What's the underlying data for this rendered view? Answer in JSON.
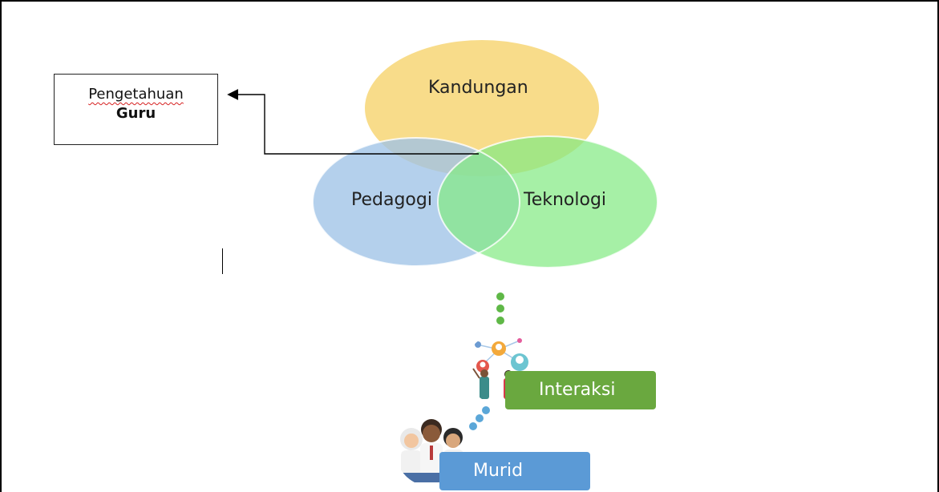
{
  "knowledge_box": {
    "line1": "Pengetahuan",
    "line2": "Guru"
  },
  "circles": {
    "content": "Kandungan",
    "pedagogy": "Pedagogi",
    "technology": "Teknologi"
  },
  "pills": {
    "interaction": "Interaksi",
    "students": "Murid"
  },
  "colors": {
    "content_circle": "#f7d470",
    "pedagogy_circle": "#9fc3e7",
    "technology_circle": "#84ea84",
    "interaction_pill": "#6aa83f",
    "students_pill": "#5b9ad6",
    "green_dots": "#5fb847",
    "blue_dots": "#5ba7d8"
  }
}
